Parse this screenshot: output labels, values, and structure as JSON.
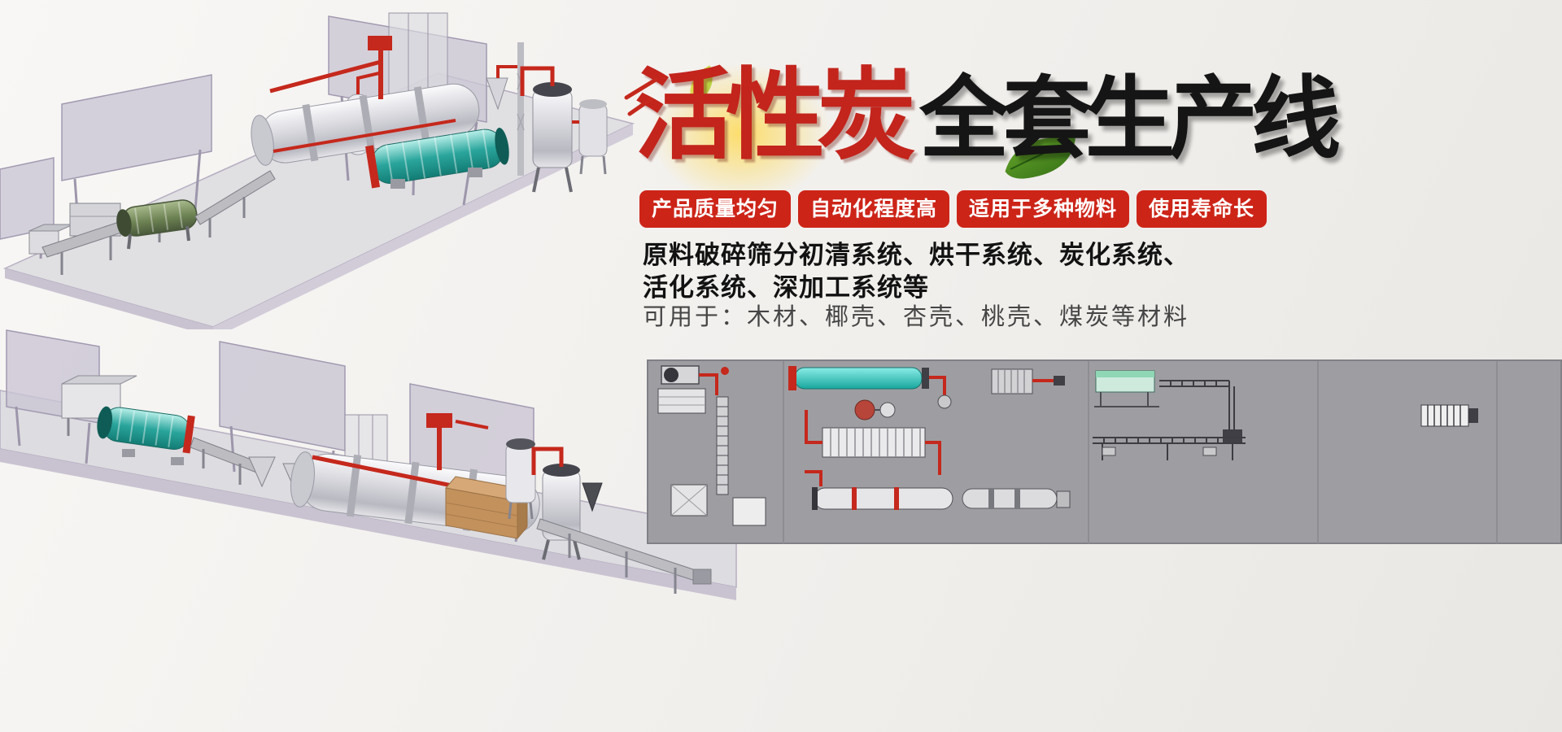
{
  "banner": {
    "title": {
      "part_red": "活性炭",
      "part_black": "全套生产线"
    },
    "feature_badges": [
      "产品质量均匀",
      "自动化程度高",
      "适用于多种物料",
      "使用寿命长"
    ],
    "description": {
      "line1": "原料破碎筛分初清系统、烘干系统、炭化系统、",
      "line2": "活化系统、深加工系统等"
    },
    "applications": "可用于：木材、椰壳、杏壳、桃壳、煤炭等材料"
  },
  "colors": {
    "accent_red": "#c5281c",
    "badge_bg": "#cd2418",
    "title_red": "#c3241c",
    "title_black": "#151515",
    "page_bg": "#f1efec",
    "schematic_bg": "#9e9ea2",
    "drum_teal": "#2aa59c"
  }
}
